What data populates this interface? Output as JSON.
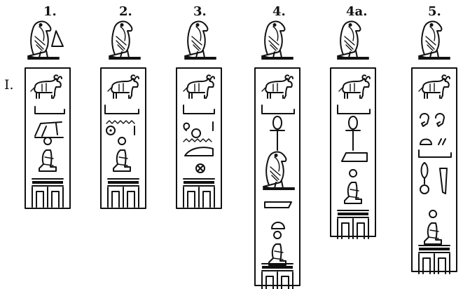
{
  "columns": [
    {
      "label": "1."
    },
    {
      "label": "2."
    },
    {
      "label": "3."
    },
    {
      "label": "4."
    },
    {
      "label": "4a."
    },
    {
      "label": "5."
    }
  ],
  "row_label": "I."
}
